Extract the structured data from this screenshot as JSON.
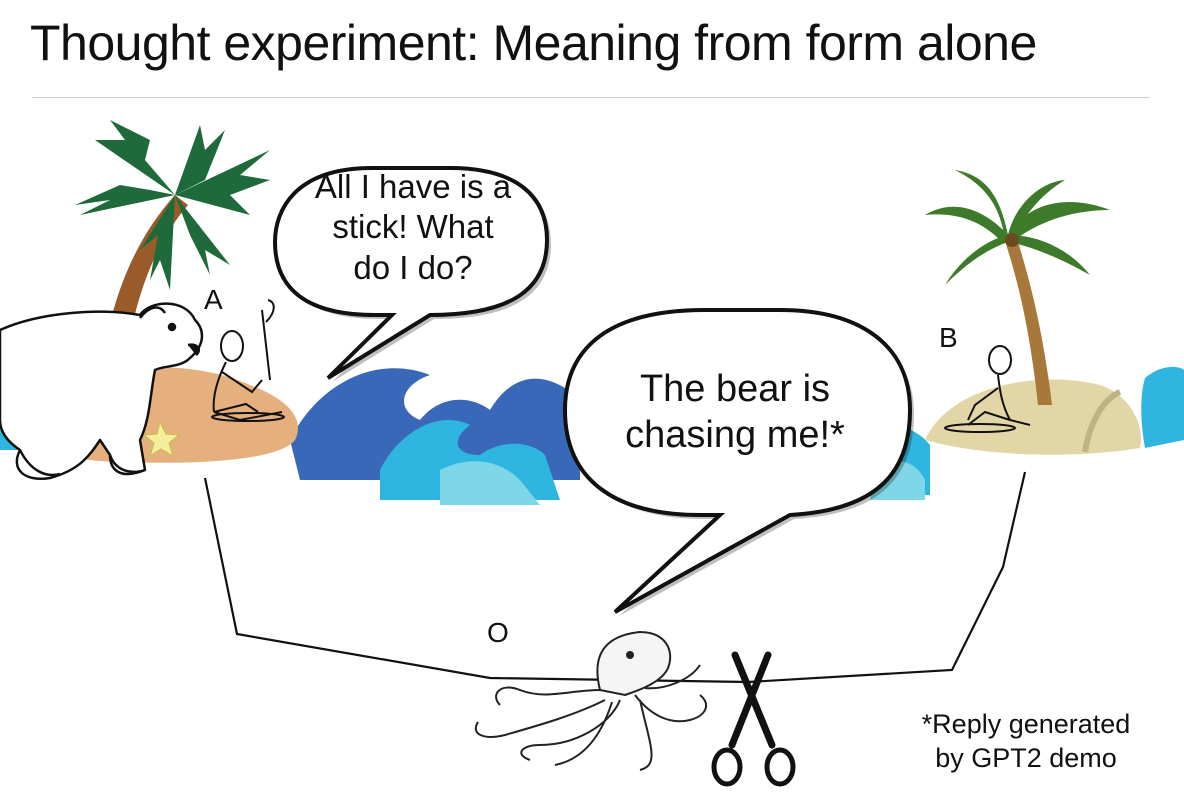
{
  "slide": {
    "title": "Thought experiment: Meaning from form alone"
  },
  "labels": {
    "person_a": "A",
    "person_b": "B",
    "octopus": "O"
  },
  "bubbles": {
    "a_message_line1": "All I have is a",
    "a_message_line2": "stick! What",
    "a_message_line3": "do I do?",
    "o_reply_line1": "The bear is",
    "o_reply_line2": "chasing me!*"
  },
  "footnote": {
    "line1": "*Reply generated",
    "line2": "by GPT2 demo"
  },
  "colors": {
    "palm_leaf_left": "#1e6a3a",
    "trunk_left": "#9a5b2a",
    "island_left": "#e6b07e",
    "island_right": "#e2d6a6",
    "wave_dark": "#3a68b8",
    "wave_light": "#2fb6e0",
    "palm_right": "#3d7a2a"
  }
}
